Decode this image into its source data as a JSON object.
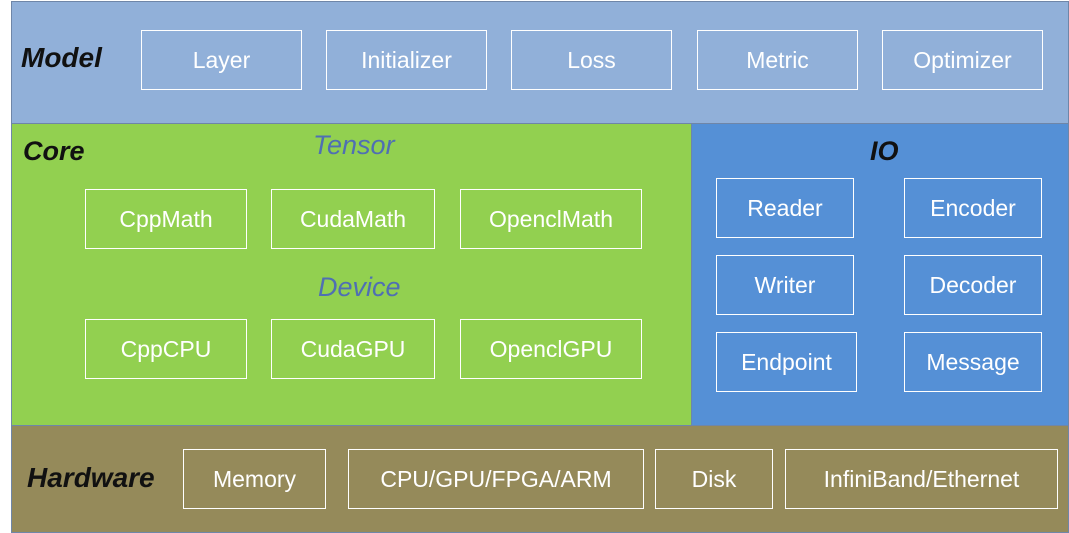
{
  "model": {
    "title": "Model",
    "items": [
      "Layer",
      "Initializer",
      "Loss",
      "Metric",
      "Optimizer"
    ]
  },
  "core": {
    "title": "Core",
    "tensor": {
      "title": "Tensor",
      "items": [
        "CppMath",
        "CudaMath",
        "OpenclMath"
      ]
    },
    "device": {
      "title": "Device",
      "items": [
        "CppCPU",
        "CudaGPU",
        "OpenclGPU"
      ]
    }
  },
  "io": {
    "title": "IO",
    "items": [
      "Reader",
      "Encoder",
      "Writer",
      "Decoder",
      "Endpoint",
      "Message"
    ]
  },
  "hardware": {
    "title": "Hardware",
    "items": [
      "Memory",
      "CPU/GPU/FPGA/ARM",
      "Disk",
      "InfiniBand/Ethernet"
    ]
  },
  "colors": {
    "model_bg": "#91b0d9",
    "core_bg": "#92d050",
    "io_bg": "#5590d6",
    "hardware_bg": "#958a5a",
    "subtitle": "#4f6fb3"
  }
}
